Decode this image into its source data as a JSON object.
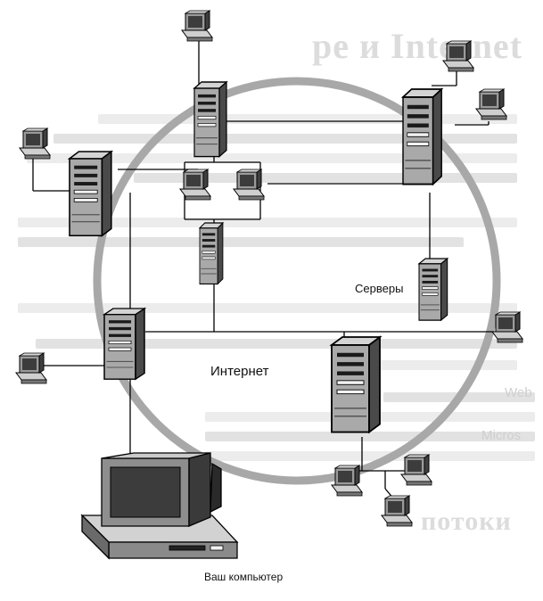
{
  "labels": {
    "servers": "Серверы",
    "internet": "Интернет",
    "your_computer": "Ваш компьютер"
  },
  "background_text": {
    "heading_top": "ре и Internet",
    "heading_bottom": "потоки",
    "fragment_1": "Web",
    "fragment_2": "Micros"
  },
  "colors": {
    "ring": "#a8a8a8",
    "server_front": "#a9a9a9",
    "server_side": "#4a4a4a",
    "server_top": "#d4d4d4",
    "screen": "#3c3c3c",
    "line": "#000000"
  },
  "icons": [
    "server-tower-icon",
    "desktop-computer-icon",
    "large-desktop-computer-icon"
  ]
}
